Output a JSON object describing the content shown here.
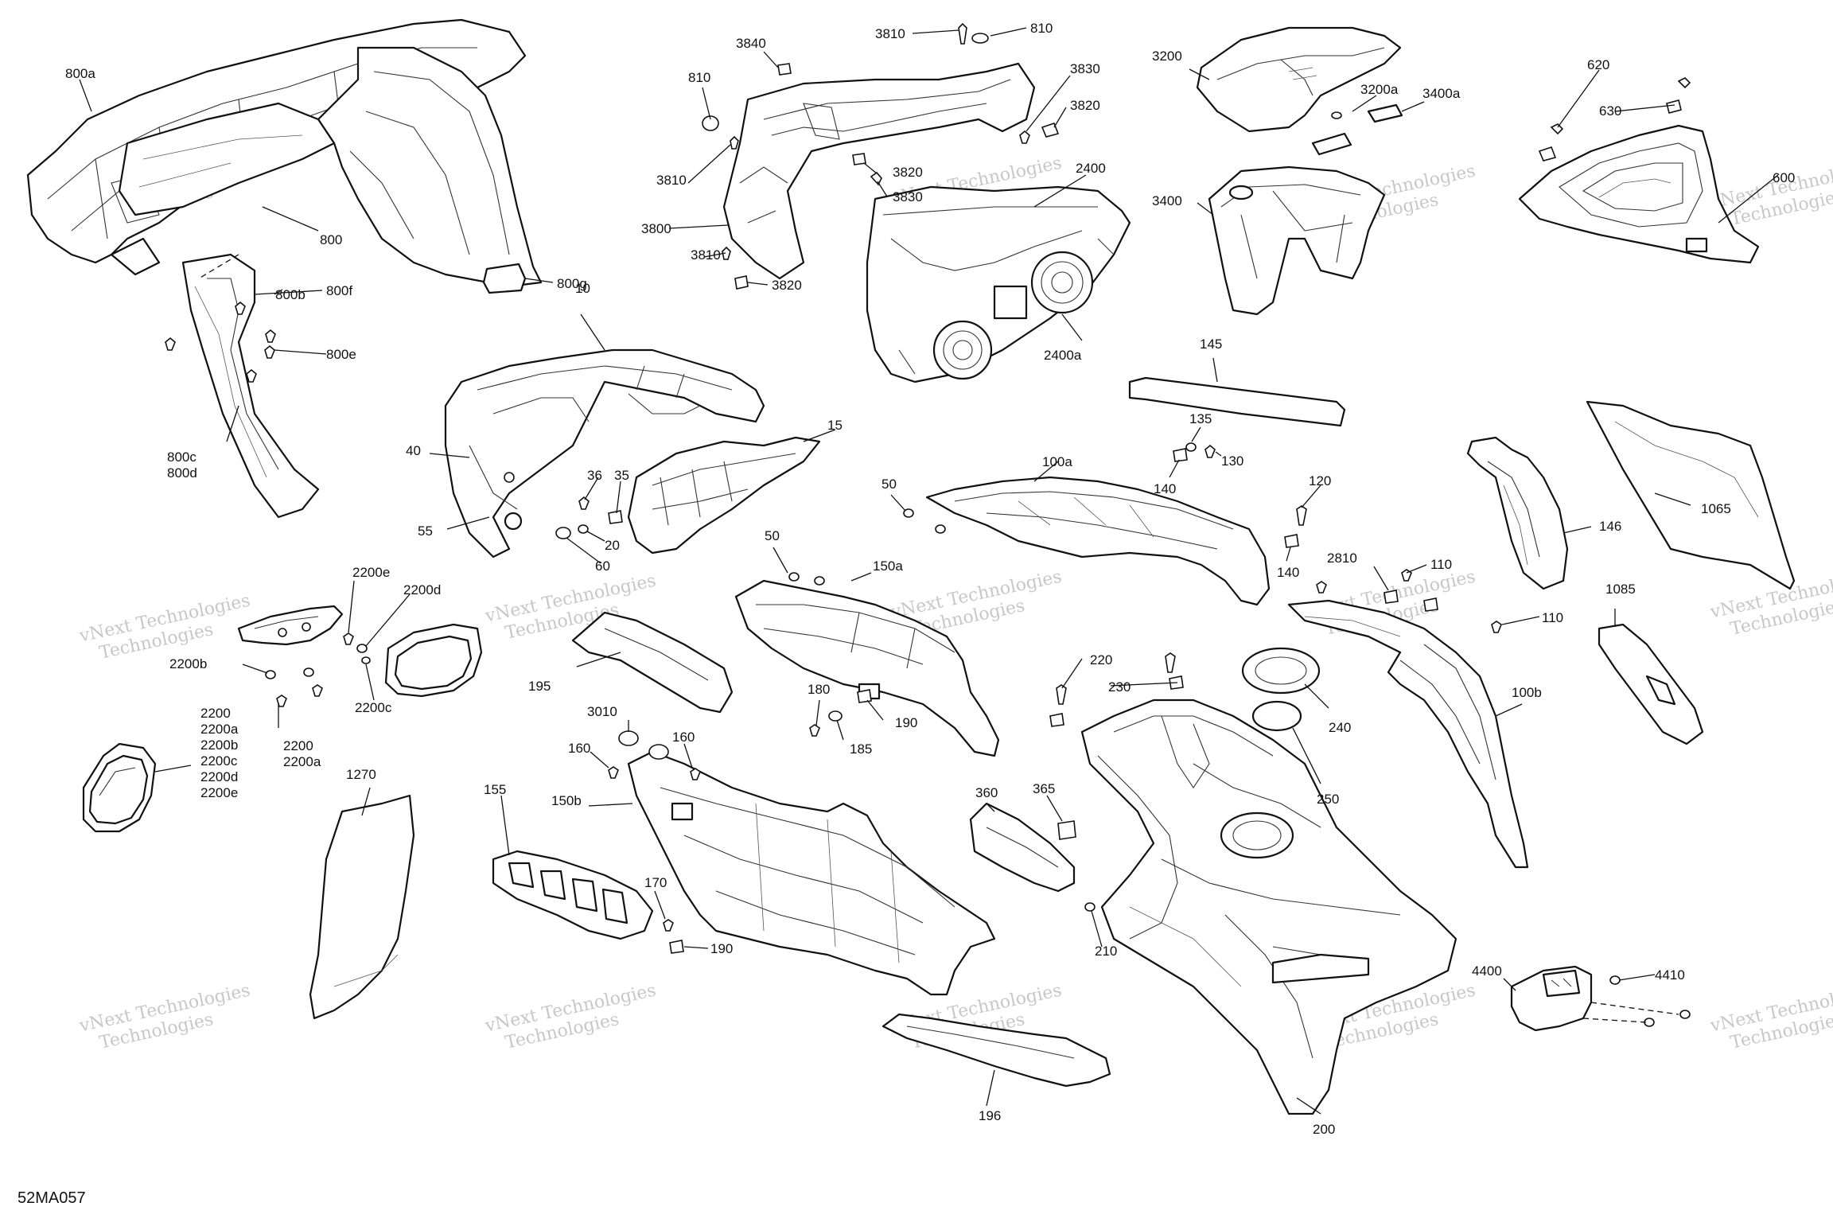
{
  "diagram_code": "52MA057",
  "watermark": {
    "line1": "vNext Technologies",
    "line2": "Technologies",
    "color": "#b5b5b5"
  },
  "labels": [
    {
      "id": "800a",
      "text": "800a"
    },
    {
      "id": "800",
      "text": "800"
    },
    {
      "id": "800b",
      "text": "800b"
    },
    {
      "id": "800f",
      "text": "800f"
    },
    {
      "id": "800e",
      "text": "800e"
    },
    {
      "id": "800g",
      "text": "800g"
    },
    {
      "id": "800c",
      "text": "800c"
    },
    {
      "id": "800d",
      "text": "800d"
    },
    {
      "id": "3840",
      "text": "3840"
    },
    {
      "id": "810a",
      "text": "810"
    },
    {
      "id": "3810a",
      "text": "3810"
    },
    {
      "id": "810b",
      "text": "810"
    },
    {
      "id": "3830a",
      "text": "3830"
    },
    {
      "id": "3820a",
      "text": "3820"
    },
    {
      "id": "3810b",
      "text": "3810"
    },
    {
      "id": "3820b",
      "text": "3820"
    },
    {
      "id": "3830b",
      "text": "3830"
    },
    {
      "id": "3800",
      "text": "3800"
    },
    {
      "id": "3810c",
      "text": "3810"
    },
    {
      "id": "3820c",
      "text": "3820"
    },
    {
      "id": "3200",
      "text": "3200"
    },
    {
      "id": "3200a",
      "text": "3200a"
    },
    {
      "id": "3400a",
      "text": "3400a"
    },
    {
      "id": "3400",
      "text": "3400"
    },
    {
      "id": "2400",
      "text": "2400"
    },
    {
      "id": "2400a",
      "text": "2400a"
    },
    {
      "id": "620",
      "text": "620"
    },
    {
      "id": "630",
      "text": "630"
    },
    {
      "id": "600",
      "text": "600"
    },
    {
      "id": "10",
      "text": "10"
    },
    {
      "id": "15",
      "text": "15"
    },
    {
      "id": "40",
      "text": "40"
    },
    {
      "id": "36",
      "text": "36"
    },
    {
      "id": "35",
      "text": "35"
    },
    {
      "id": "55",
      "text": "55"
    },
    {
      "id": "20",
      "text": "20"
    },
    {
      "id": "60",
      "text": "60"
    },
    {
      "id": "145",
      "text": "145"
    },
    {
      "id": "135",
      "text": "135"
    },
    {
      "id": "130",
      "text": "130"
    },
    {
      "id": "140a",
      "text": "140"
    },
    {
      "id": "100a",
      "text": "100a"
    },
    {
      "id": "50a",
      "text": "50"
    },
    {
      "id": "50b",
      "text": "50"
    },
    {
      "id": "120",
      "text": "120"
    },
    {
      "id": "140b",
      "text": "140"
    },
    {
      "id": "146",
      "text": "146"
    },
    {
      "id": "1065",
      "text": "1065"
    },
    {
      "id": "2810",
      "text": "2810"
    },
    {
      "id": "110a",
      "text": "110"
    },
    {
      "id": "110b",
      "text": "110"
    },
    {
      "id": "1085",
      "text": "1085"
    },
    {
      "id": "100b",
      "text": "100b"
    },
    {
      "id": "2200e",
      "text": "2200e"
    },
    {
      "id": "2200d",
      "text": "2200d"
    },
    {
      "id": "2200b",
      "text": "2200b"
    },
    {
      "id": "2200c",
      "text": "2200c"
    },
    {
      "id": "2200",
      "text": "2200"
    },
    {
      "id": "2200a",
      "text": "2200a"
    },
    {
      "id": "list-2200",
      "text": "2200"
    },
    {
      "id": "list-2200a",
      "text": "2200a"
    },
    {
      "id": "list-2200b",
      "text": "2200b"
    },
    {
      "id": "list-2200c",
      "text": "2200c"
    },
    {
      "id": "list-2200d",
      "text": "2200d"
    },
    {
      "id": "list-2200e",
      "text": "2200e"
    },
    {
      "id": "195",
      "text": "195"
    },
    {
      "id": "150a",
      "text": "150a"
    },
    {
      "id": "180",
      "text": "180"
    },
    {
      "id": "185",
      "text": "185"
    },
    {
      "id": "190a",
      "text": "190"
    },
    {
      "id": "220",
      "text": "220"
    },
    {
      "id": "230",
      "text": "230"
    },
    {
      "id": "240",
      "text": "240"
    },
    {
      "id": "250",
      "text": "250"
    },
    {
      "id": "3010",
      "text": "3010"
    },
    {
      "id": "160a",
      "text": "160"
    },
    {
      "id": "160b",
      "text": "160"
    },
    {
      "id": "150b",
      "text": "150b"
    },
    {
      "id": "155",
      "text": "155"
    },
    {
      "id": "1270",
      "text": "1270"
    },
    {
      "id": "360",
      "text": "360"
    },
    {
      "id": "365",
      "text": "365"
    },
    {
      "id": "170",
      "text": "170"
    },
    {
      "id": "190b",
      "text": "190"
    },
    {
      "id": "210",
      "text": "210"
    },
    {
      "id": "4410",
      "text": "4410"
    },
    {
      "id": "4400",
      "text": "4400"
    },
    {
      "id": "196",
      "text": "196"
    },
    {
      "id": "200",
      "text": "200"
    }
  ]
}
